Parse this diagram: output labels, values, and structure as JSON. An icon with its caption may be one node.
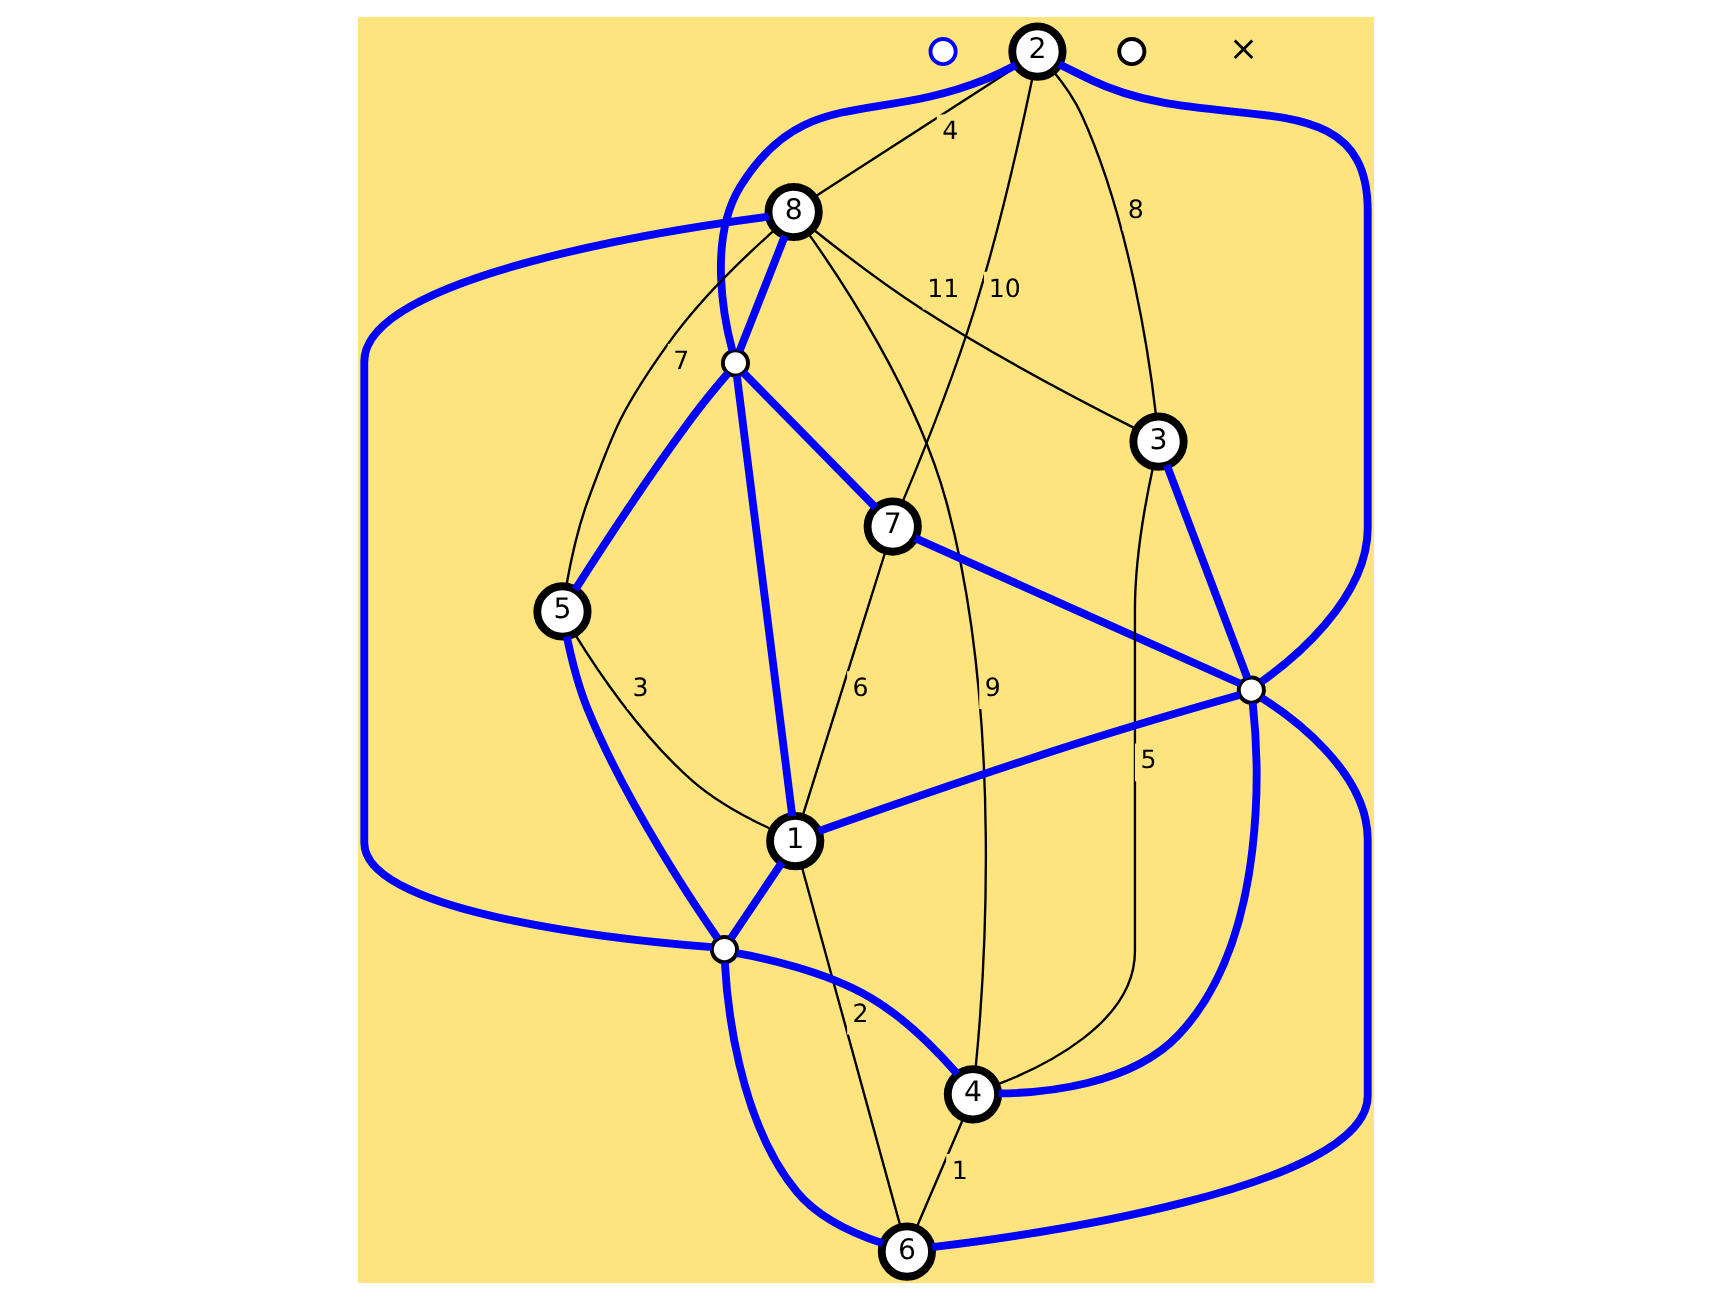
{
  "diagram": {
    "nodes": [
      {
        "text": [],
        "shape": "circle"
      },
      {
        "text": [
          "8"
        ]
      },
      {
        "text": [
          "2"
        ]
      },
      {
        "text": [],
        "shape": "circle"
      },
      {
        "text": [
          "7"
        ]
      },
      {
        "text": [
          "5"
        ]
      },
      {
        "text": [
          "3"
        ]
      },
      {
        "text": [],
        "shape": "circle"
      },
      {
        "text": [
          "1"
        ]
      },
      {
        "text": [],
        "shape": "circle"
      },
      {
        "text": [
          "4"
        ]
      },
      {
        "text": [],
        "shape": "circle"
      },
      {
        "text": [
          "6"
        ]
      }
    ],
    "edges": [
      {
        "from": 2,
        "to": 1,
        "arrow": "none",
        "label": "4",
        "color": "#000000"
      },
      {
        "from": 2,
        "to": 6,
        "arrow": "none",
        "label": "8",
        "color": "#000000"
      },
      {
        "from": 2,
        "to": 4,
        "arrow": "none",
        "label": "10",
        "color": "#000000"
      },
      {
        "from": 5,
        "to": 1,
        "arrow": "none",
        "label": "7",
        "color": "#000000"
      },
      {
        "from": 4,
        "to": 8,
        "arrow": "none",
        "label": "6",
        "color": "#000000"
      },
      {
        "from": 5,
        "to": 8,
        "arrow": "none",
        "label": "3",
        "color": "#000000"
      },
      {
        "from": 6,
        "to": 10,
        "arrow": "none",
        "label": "5",
        "color": "#000000"
      },
      {
        "from": 10,
        "to": 12,
        "arrow": "none",
        "label": "1",
        "color": "#000000"
      },
      {
        "from": 8,
        "to": 12,
        "arrow": "none",
        "label": "2",
        "color": "#000000"
      },
      {
        "from": 1,
        "to": 10,
        "arrow": "none",
        "label": "9",
        "color": "#000000"
      },
      {
        "from": 1,
        "to": 6,
        "arrow": "none",
        "label": "11",
        "color": "#000000"
      },
      {
        "from": 2,
        "to": 3,
        "arrow": "none"
      },
      {
        "from": 2,
        "to": 7,
        "arrow": "none"
      },
      {
        "from": 1,
        "to": 3,
        "arrow": "none"
      },
      {
        "from": 1,
        "to": 9,
        "arrow": "none"
      },
      {
        "from": 3,
        "to": 4,
        "arrow": "none"
      },
      {
        "from": 3,
        "to": 5,
        "arrow": "none"
      },
      {
        "from": 3,
        "to": 8,
        "arrow": "none"
      },
      {
        "from": 4,
        "to": 7,
        "arrow": "none"
      },
      {
        "from": 6,
        "to": 7,
        "arrow": "none"
      },
      {
        "from": 7,
        "to": 8,
        "arrow": "none"
      },
      {
        "from": 7,
        "to": 10,
        "arrow": "none"
      },
      {
        "from": 7,
        "to": 12,
        "arrow": "none"
      },
      {
        "from": 8,
        "to": 9,
        "arrow": "none"
      },
      {
        "from": 5,
        "to": 9,
        "arrow": "none"
      },
      {
        "from": 9,
        "to": 12,
        "arrow": "none"
      },
      {
        "from": 9,
        "to": 10,
        "arrow": "none"
      }
    ],
    "labels": [
      "×"
    ]
  }
}
